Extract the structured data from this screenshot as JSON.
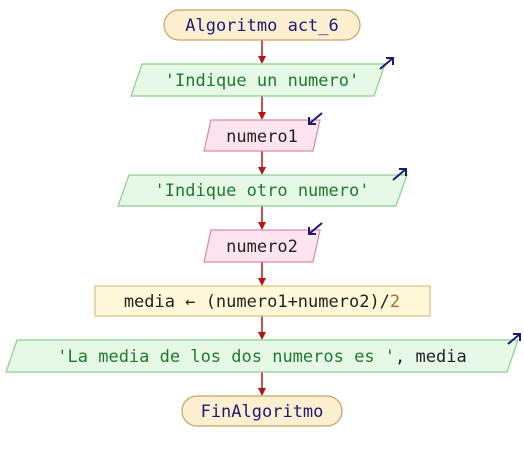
{
  "flowchart": {
    "start_label": "Algoritmo act_6",
    "end_label": "FinAlgoritmo",
    "steps": [
      {
        "kind": "output",
        "parts": [
          {
            "text": "'Indique un numero'",
            "style": "string"
          }
        ]
      },
      {
        "kind": "input",
        "parts": [
          {
            "text": "numero1",
            "style": "plain"
          }
        ]
      },
      {
        "kind": "output",
        "parts": [
          {
            "text": "'Indique otro numero'",
            "style": "string"
          }
        ]
      },
      {
        "kind": "input",
        "parts": [
          {
            "text": "numero2",
            "style": "plain"
          }
        ]
      },
      {
        "kind": "process",
        "parts": [
          {
            "text": "media ← (numero1+numero2)/",
            "style": "plain"
          },
          {
            "text": "2",
            "style": "number"
          }
        ]
      },
      {
        "kind": "output",
        "parts": [
          {
            "text": "'La media de los dos numeros es '",
            "style": "string"
          },
          {
            "text": ", media",
            "style": "plain"
          }
        ]
      }
    ]
  },
  "colors": {
    "terminal_fill": "#fdf0d0",
    "terminal_stroke": "#c8a265",
    "output_fill": "#e6f8e6",
    "output_stroke": "#8ccf8c",
    "input_fill": "#fde4ee",
    "input_stroke": "#d98aa6",
    "process_fill": "#fff9d9",
    "process_stroke": "#d6c27a",
    "arrow": "#b41616",
    "io_arrow": "#1a1a7a"
  }
}
